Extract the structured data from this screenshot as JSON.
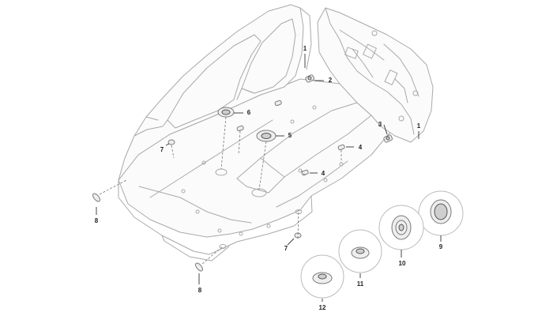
{
  "callouts": {
    "c1_top": "1",
    "c2": "2",
    "c3": "3",
    "c1_right": "1",
    "c4_upper": "4",
    "c4_lower": "4",
    "c5": "5",
    "c6": "6",
    "c7_left": "7",
    "c7_bottom": "7",
    "c8_left": "8",
    "c8_bottom": "8",
    "c9": "9",
    "c10": "10",
    "c11": "11",
    "c12": "12"
  }
}
